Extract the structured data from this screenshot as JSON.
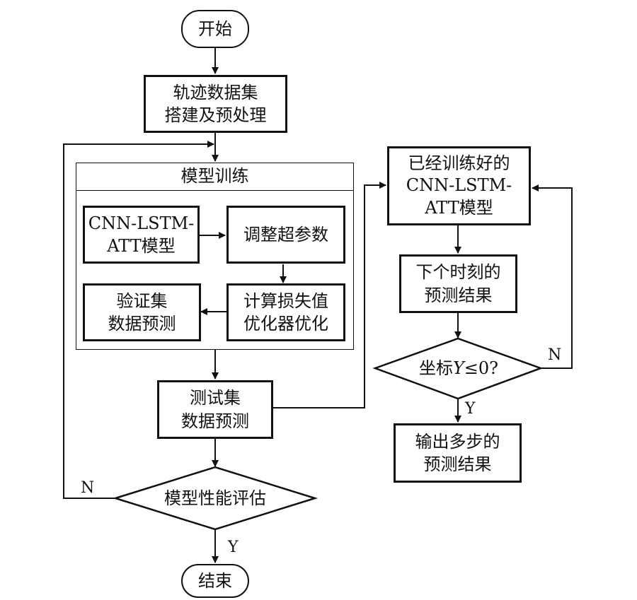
{
  "nodes": {
    "start": "开始",
    "preprocess": [
      "轨迹数据集",
      "搭建及预处理"
    ],
    "training_title": "模型训练",
    "cnn_model": [
      "CNN-LSTM-",
      "ATT模型"
    ],
    "tune": "调整超参数",
    "loss": [
      "计算损失值",
      "优化器优化"
    ],
    "validation": [
      "验证集",
      "数据预测"
    ],
    "test": [
      "测试集",
      "数据预测"
    ],
    "evaluate": "模型性能评估",
    "end": "结束",
    "trained_model": [
      "已经训练好的",
      "CNN-LSTM-",
      "ATT模型"
    ],
    "next_pred": [
      "下个时刻的",
      "预测结果"
    ],
    "coord_cond": {
      "prefix": "坐标",
      "var": "Y",
      "rest": "≤0?"
    },
    "output": [
      "输出多步的",
      "预测结果"
    ]
  },
  "labels": {
    "eval_no": "N",
    "eval_yes": "Y",
    "coord_no": "N",
    "coord_yes": "Y"
  }
}
